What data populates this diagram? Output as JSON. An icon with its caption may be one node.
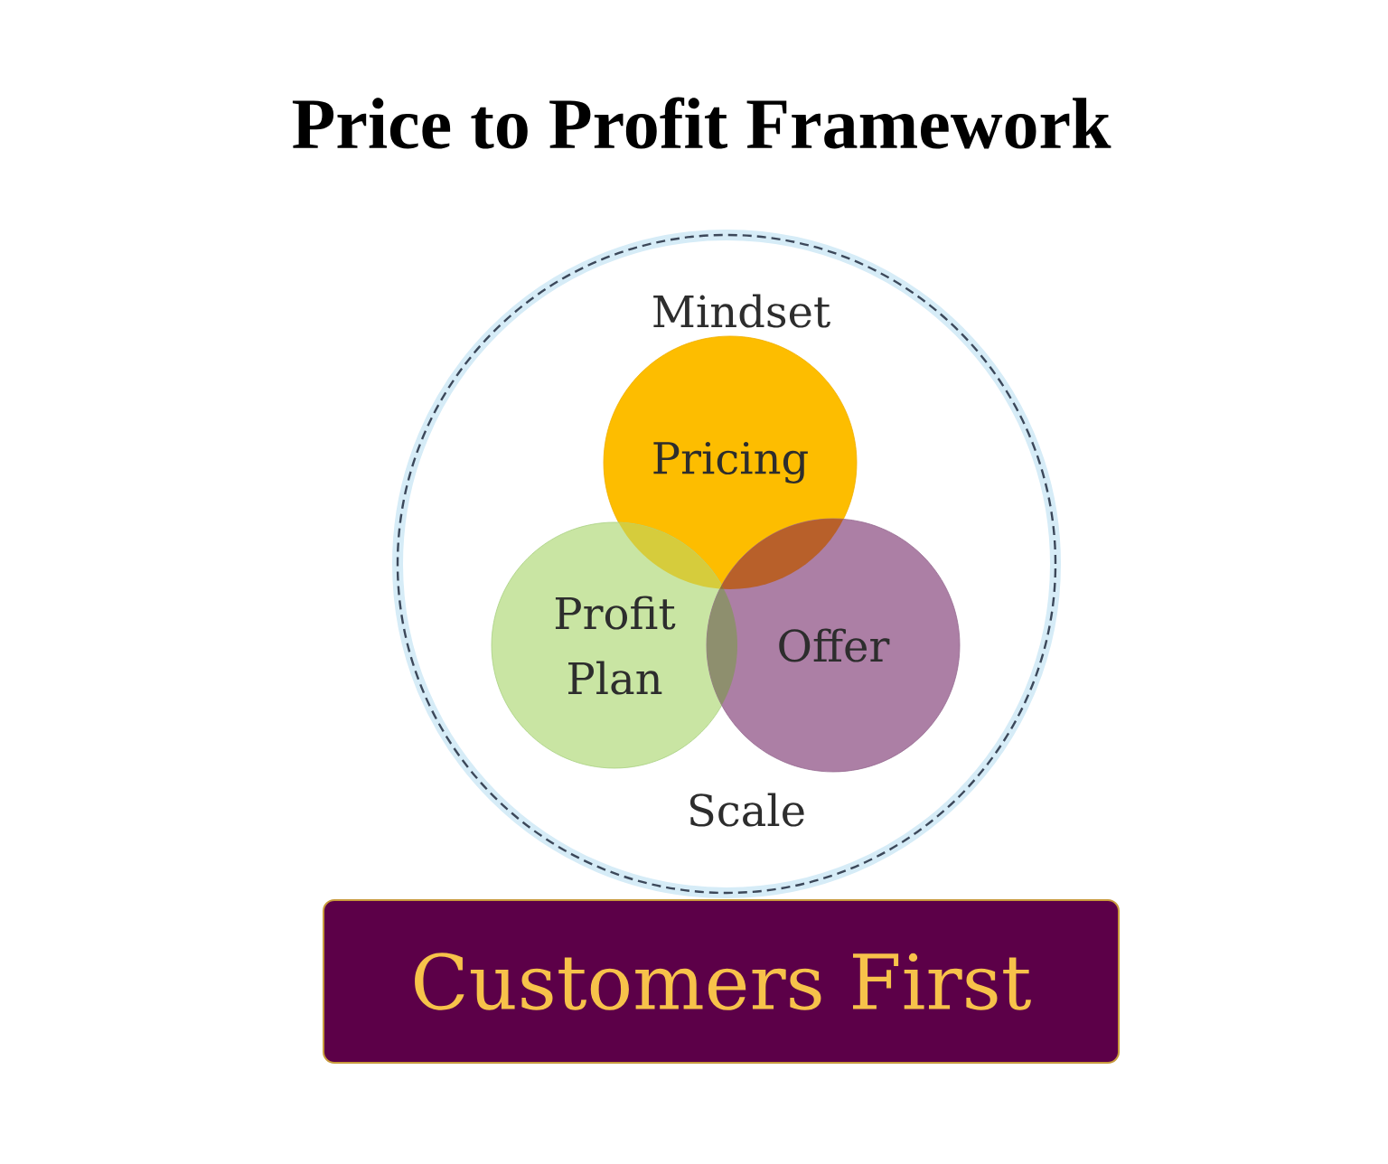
{
  "diagram": {
    "title": "Price to Profit Framework",
    "nodes": [
      {
        "text": [
          "Mindset",
          "Scale"
        ]
      },
      {
        "text": [
          "Pricing"
        ],
        "in": 0
      },
      {
        "text": [
          "Profit Plan"
        ],
        "in": 0
      },
      {
        "text": [
          "Offer"
        ],
        "in": 0
      },
      {
        "text": [
          "Customers First"
        ]
      }
    ]
  }
}
